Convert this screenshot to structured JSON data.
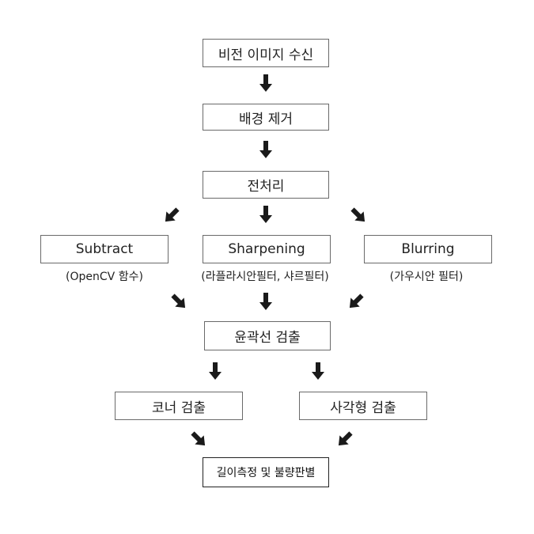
{
  "nodes": {
    "vision_receive": "비전 이미지 수신",
    "background_removal": "배경 제거",
    "preprocessing": "전처리",
    "subtract": "Subtract",
    "subtract_caption": "(OpenCV 함수)",
    "sharpening": "Sharpening",
    "sharpening_caption": "(라플라시안필터, 샤르필터)",
    "blurring": "Blurring",
    "blurring_caption": "(가우시안 필터)",
    "contour_detection": "윤곽선 검출",
    "corner_detection": "코너 검출",
    "rectangle_detection": "사각형 검출",
    "measure_and_judge": "길이측정 및 불량판별"
  },
  "colors": {
    "arrow": "#1a1a1a",
    "box_border": "#6a6a6a",
    "text": "#222222"
  }
}
